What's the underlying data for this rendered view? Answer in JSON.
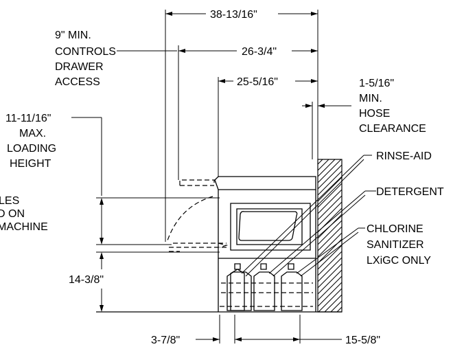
{
  "dimensions": {
    "overall_depth": "38-13/16\"",
    "controls_depth": "26-3/4\"",
    "body_depth": "25-5/16\"",
    "base_height": "14-3/8\"",
    "left_offset": "3-7/8\"",
    "bottle_span": "15-5/8\""
  },
  "notes": {
    "controls_access": [
      "9\" MIN.",
      "CONTROLS",
      "DRAWER",
      "ACCESS"
    ],
    "hose_clearance": [
      "1-5/16\"",
      "MIN.",
      "HOSE",
      "CLEARANCE"
    ],
    "loading_height": [
      "11-11/16\"",
      "MAX.",
      "LOADING",
      "HEIGHT"
    ],
    "cutoff_note": [
      "LES",
      "D ON",
      "MACHINE"
    ]
  },
  "chemicals": {
    "rinse_aid": "RINSE-AID",
    "detergent": "DETERGENT",
    "chlorine": [
      "CHLORINE",
      "SANITIZER",
      "LXiGC ONLY"
    ]
  }
}
